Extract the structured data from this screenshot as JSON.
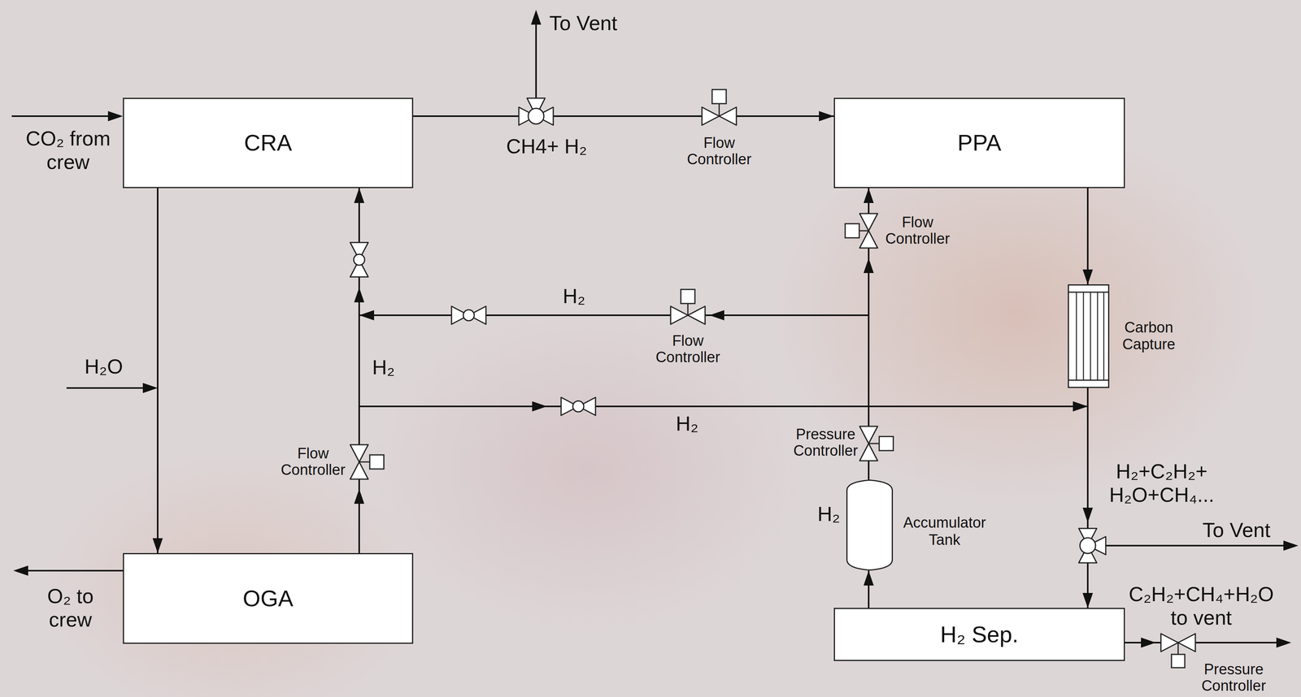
{
  "diagram": {
    "nodes": [
      {
        "text": [
          "CRA"
        ]
      },
      {
        "text": [
          "PPA"
        ]
      },
      {
        "text": [
          "OGA"
        ]
      },
      {
        "text": [
          "Carbon Capture"
        ]
      },
      {
        "text": [
          "H₂",
          "Accumulator Tank"
        ]
      },
      {
        "text": [
          "H₂ Sep."
        ]
      }
    ],
    "edges": [
      {
        "from": 0,
        "to": 1,
        "arrow": "to",
        "label": "CH4+ H₂"
      },
      {
        "from": 0,
        "to": 2,
        "arrow": "to"
      },
      {
        "from": 2,
        "to": 0,
        "arrow": "to",
        "label": "H₂"
      },
      {
        "from": 4,
        "to": 0,
        "arrow": "to",
        "label": "H₂"
      },
      {
        "from": 4,
        "to": 1,
        "arrow": "to"
      },
      {
        "from": 1,
        "to": 3,
        "arrow": "to"
      },
      {
        "from": 3,
        "to": 5,
        "arrow": "to",
        "label": "H₂+C₂H₂+ H₂O+CH₄..."
      },
      {
        "from": 2,
        "to": 5,
        "arrow": "to",
        "label": "H₂"
      },
      {
        "from": 5,
        "to": 4,
        "arrow": "to"
      }
    ],
    "labels": [
      "To Vent",
      "CO₂ from crew",
      "H₂O",
      "O₂ to crew",
      "Flow Controller",
      "Flow Controller",
      "Flow Controller",
      "Flow Controller",
      "Pressure Controller",
      "To Vent",
      "C₂H₂+CH₄+H₂O to vent",
      "Pressure Controller"
    ]
  }
}
